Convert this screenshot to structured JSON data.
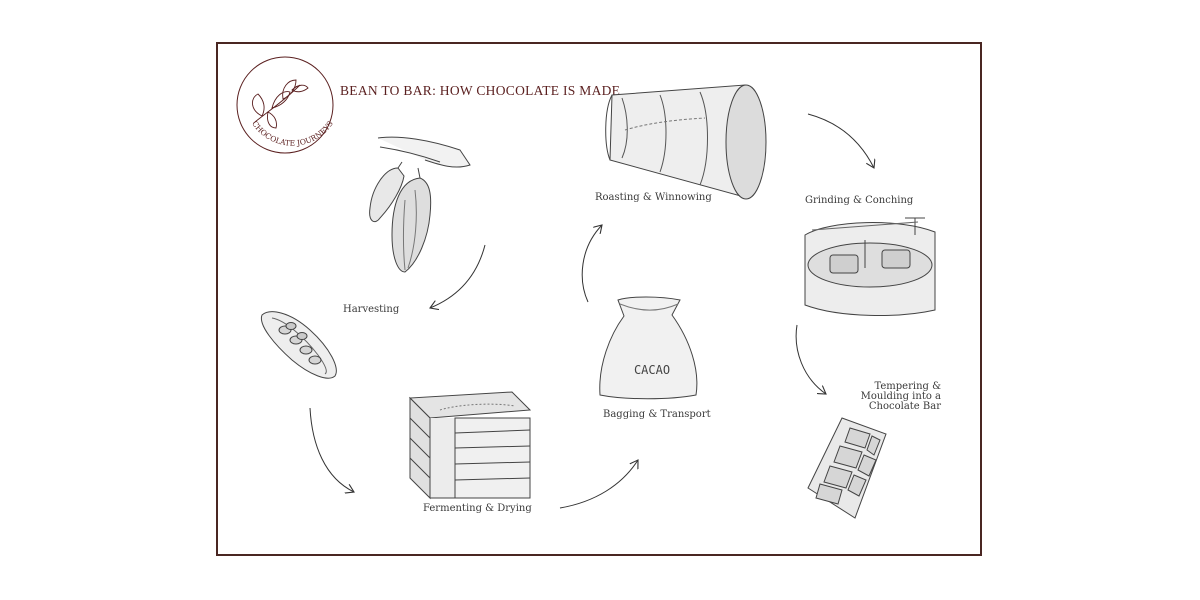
{
  "title": "BEAN TO BAR: HOW CHOCOLATE IS MADE",
  "logo": {
    "text": "CHOCOLATE JOURNEYS",
    "icon": "cacao-leaf-icon"
  },
  "steps": [
    {
      "label": "Harvesting",
      "icon": "cacao-pod-on-branch-icon"
    },
    {
      "label": "Fermenting & Drying",
      "icon": "wooden-crate-icon"
    },
    {
      "label": "Bagging & Transport",
      "icon": "cacao-sack-icon"
    },
    {
      "label": "Roasting & Winnowing",
      "icon": "roasting-drum-icon"
    },
    {
      "label": "Grinding & Conching",
      "icon": "conche-machine-icon"
    },
    {
      "label": "Tempering & Moulding into a Chocolate Bar",
      "icon": "chocolate-bar-icon"
    }
  ],
  "sack_text": "CACAO",
  "colors": {
    "accent": "#5a1f1f",
    "frame": "#4a2622",
    "ink": "#3a3a3a"
  }
}
